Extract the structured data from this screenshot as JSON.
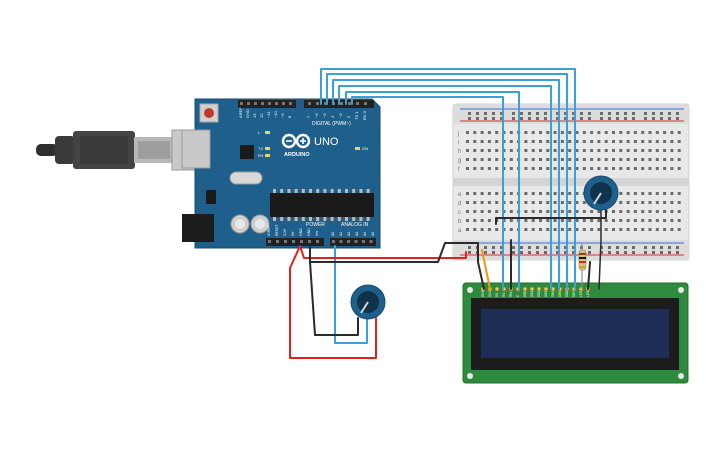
{
  "arduino": {
    "logo_text": "ARDUINO",
    "model": "UNO",
    "digital_label": "DIGITAL (PWM~)",
    "power_label": "POWER",
    "analog_label": "ANALOG IN",
    "on_label": "ON",
    "tx_label": "TX",
    "rx_label": "RX",
    "l_label": "L",
    "top_pin_labels": [
      "AREF",
      "GND",
      "13",
      "12",
      "~11",
      "~10",
      "~9",
      "8",
      "7",
      "~6",
      "~5",
      "4",
      "~3",
      "2",
      "TX 1",
      "RX 0"
    ],
    "power_pin_labels": [
      "IOREF",
      "RESET",
      "3.3V",
      "5V",
      "GND",
      "GND",
      "Vin"
    ],
    "analog_pin_labels": [
      "A0",
      "A1",
      "A2",
      "A3",
      "A4",
      "A5"
    ]
  },
  "breadboard": {
    "row_letters_top": [
      "j",
      "i",
      "h",
      "g",
      "f"
    ],
    "row_letters_bottom": [
      "e",
      "d",
      "c",
      "b",
      "a"
    ]
  },
  "lcd": {
    "pin_labels": [
      "GND",
      "VCC",
      "V0",
      "RS",
      "RW",
      "E",
      "DB0",
      "DB1",
      "DB2",
      "DB3",
      "DB4",
      "DB5",
      "DB6",
      "DB7",
      "LED",
      "LED"
    ]
  },
  "colors": {
    "board": "#1f5f8b",
    "wire_blue": "#3ba0d8",
    "wire_red": "#e0221c",
    "wire_black": "#2b2b2b",
    "wire_orange": "#f0960e",
    "lcd_pcb": "#2e8b3e",
    "lcd_screen": "#1e2d55"
  },
  "icons": [
    "usb-cable-icon",
    "potentiometer-icon",
    "resistor-icon"
  ]
}
